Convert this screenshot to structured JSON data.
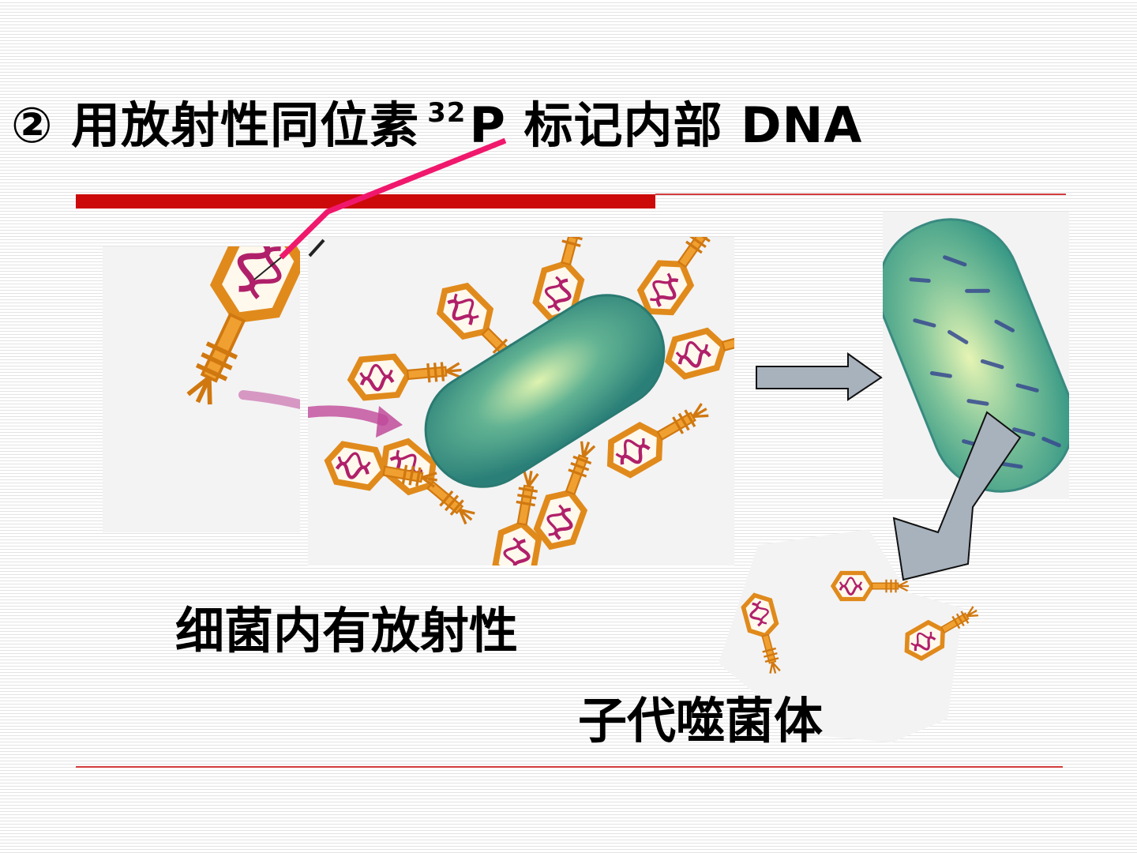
{
  "title": {
    "circled_number": "②",
    "prefix": "用放射性同位素",
    "isotope_mass": "32",
    "isotope_symbol": "P",
    "suffix": "标记内部 DNA"
  },
  "captions": {
    "bacteria_radioactive": "细菌内有放射性",
    "progeny_phage": "子代噬菌体"
  },
  "colors": {
    "title_bar": "#cc0a0a",
    "divider": "#d23c3c",
    "pointer_line": "#f0186c",
    "process_arrow_fill": "#a7b2bd",
    "phage_capsid": "#e08a1c",
    "phage_dna": "#b0206a",
    "bacterium": "#3e9e88",
    "infection_arrow": "#c04a9a"
  },
  "icons": {
    "phage": "bacteriophage-icon",
    "bacterium": "bacterium-icon",
    "arrow": "arrow-icon"
  }
}
